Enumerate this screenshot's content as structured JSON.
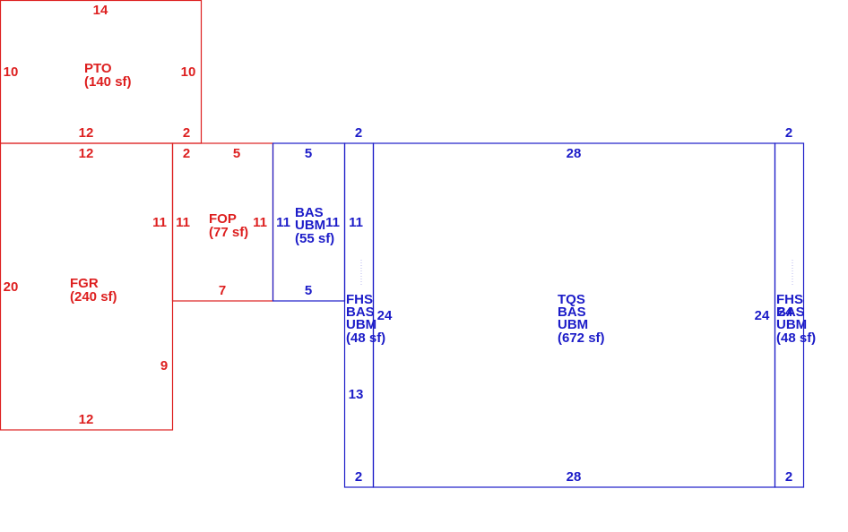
{
  "colors": {
    "red": "#dd1f1f",
    "blue": "#1c1cc8"
  },
  "areas": [
    {
      "id": "pto",
      "color": "red",
      "lines": [
        "PTO",
        "(140 sf)"
      ]
    },
    {
      "id": "fgr",
      "color": "red",
      "lines": [
        "FGR",
        "(240 sf)"
      ]
    },
    {
      "id": "fop",
      "color": "red",
      "lines": [
        "FOP",
        "(77 sf)"
      ]
    },
    {
      "id": "bas-small",
      "color": "blue",
      "lines": [
        "BAS",
        "UBM",
        "(55 sf)"
      ]
    },
    {
      "id": "fhs-left",
      "color": "blue",
      "lines": [
        "FHS",
        "BAS",
        "UBM",
        "(48 sf)"
      ]
    },
    {
      "id": "tqs",
      "color": "blue",
      "lines": [
        "TQS",
        "BAS",
        "UBM",
        "(672 sf)"
      ]
    },
    {
      "id": "fhs-right",
      "color": "blue",
      "lines": [
        "FHS",
        "BAS",
        "UBM",
        "(48 sf)"
      ]
    }
  ],
  "dimensions": {
    "pto_top": "14",
    "pto_left": "10",
    "pto_right": "10",
    "pto_bottom": "12",
    "pto_bottom_right": "2",
    "fgr_top": "12",
    "fgr_left": "20",
    "fgr_right_upper": "11",
    "fgr_right_lower": "9",
    "fgr_bottom": "12",
    "fop_top_left": "2",
    "fop_top": "5",
    "fop_left": "11",
    "fop_right": "11",
    "fop_bottom": "7",
    "bas_top": "5",
    "bas_left": "11",
    "bas_right": "11",
    "bas_bottom": "5",
    "fhs_left_top": "2",
    "fhs_left_upper": "11",
    "fhs_left_mid": "24",
    "fhs_left_lower": "13",
    "fhs_left_bottom": "2",
    "tqs_top": "28",
    "tqs_bottom": "28",
    "tqs_left": "24",
    "fhs_right_top": "2",
    "fhs_right_mid": "24",
    "fhs_right_bottom": "2"
  }
}
